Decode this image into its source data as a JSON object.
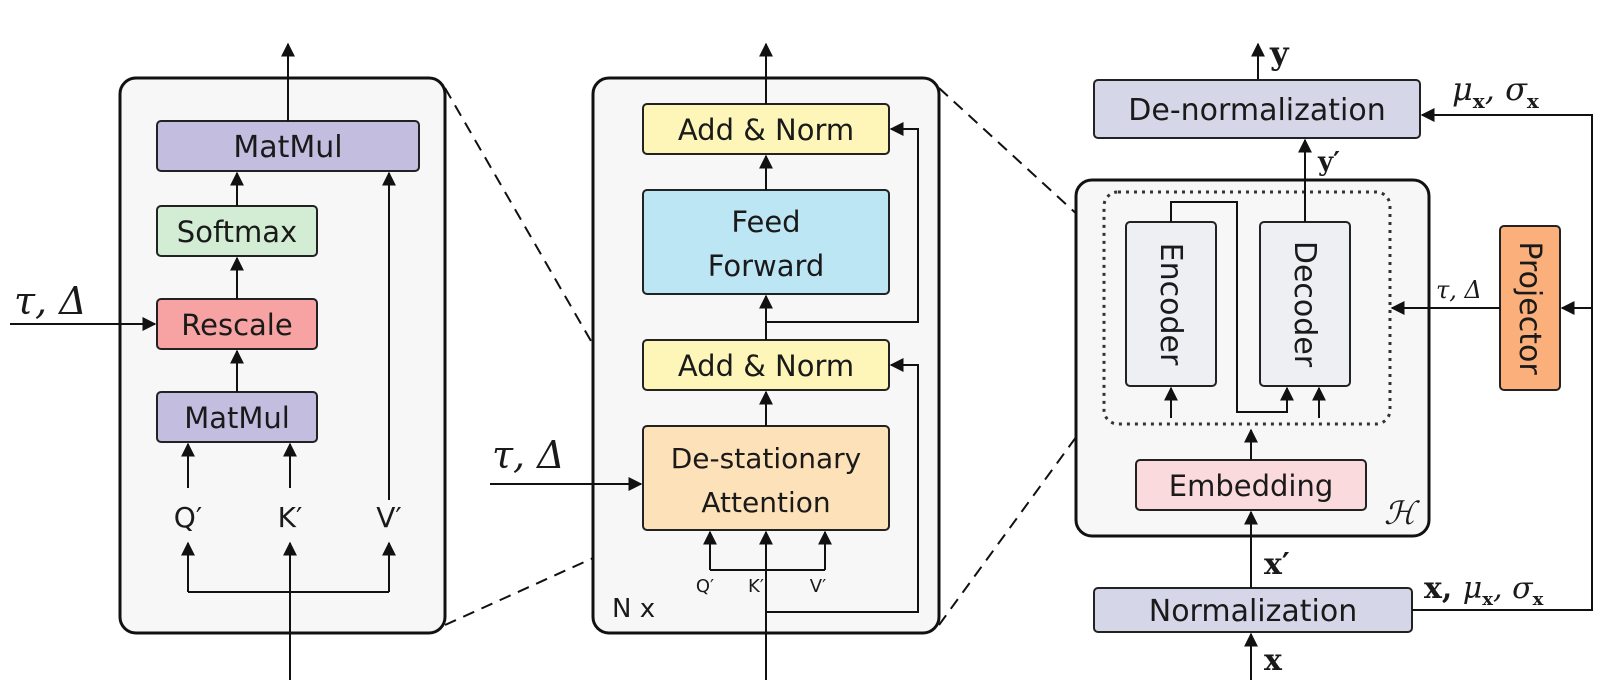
{
  "colors": {
    "matmul": "#c3bde0",
    "softmax": "#d3ecd4",
    "rescale": "#f7a3a3",
    "add_norm": "#fdf6b8",
    "feed_forward": "#bde6f5",
    "attention": "#fde1b8",
    "norm": "#d5d7e8",
    "encdec": "#eeeff2",
    "embedding": "#fadadd",
    "projector": "#fbb07c"
  },
  "left_panel": {
    "matmul_top": "MatMul",
    "softmax": "Softmax",
    "rescale": "Rescale",
    "matmul_bottom": "MatMul",
    "q": "Q′",
    "k": "K′",
    "v": "V′",
    "tau_delta_input": "τ, Δ"
  },
  "middle_panel": {
    "add_norm_top": "Add & Norm",
    "feed_forward_line1": "Feed",
    "feed_forward_line2": "Forward",
    "add_norm_bottom": "Add & Norm",
    "attention_line1": "De-stationary",
    "attention_line2": "Attention",
    "q": "Q′",
    "k": "K′",
    "v": "V′",
    "repeat": "N x",
    "tau_delta_input": "τ, Δ"
  },
  "right_panel": {
    "output": "y",
    "denormalization": "De-normalization",
    "mu_sigma": "μ",
    "y_prime": "y′",
    "encoder": "Encoder",
    "decoder": "Decoder",
    "projector": "Projector",
    "tau_delta": "τ, Δ",
    "embedding": "Embedding",
    "h_label": "ℋ",
    "x_prime": "x′",
    "normalization": "Normalization",
    "input": "x",
    "x_mu_sigma_prefix": "x, "
  }
}
